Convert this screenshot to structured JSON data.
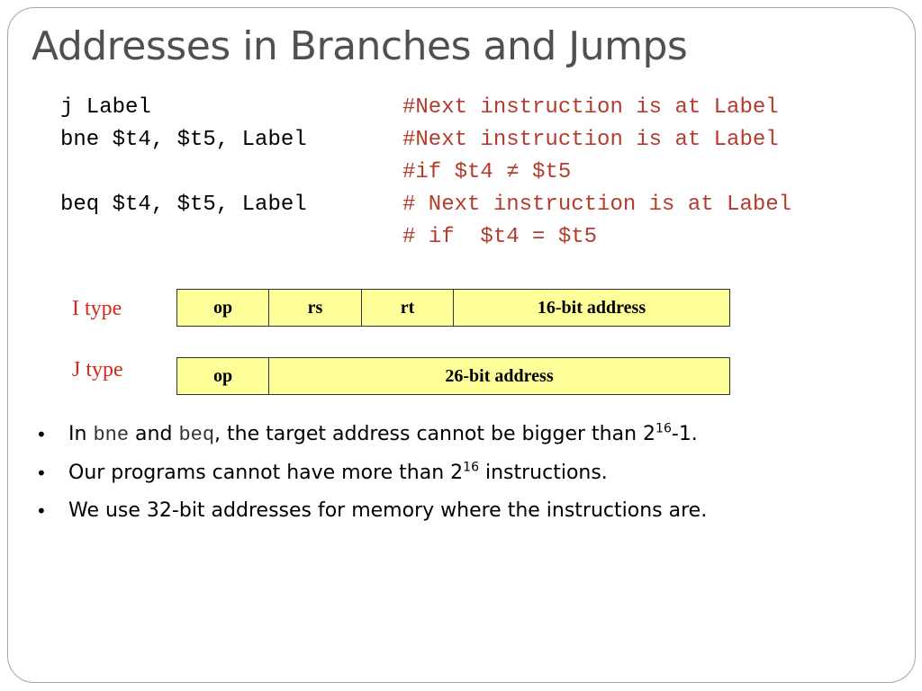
{
  "slide": {
    "title": "Addresses in Branches and Jumps"
  },
  "code": [
    {
      "instr": "j Label",
      "comment": "#Next instruction is at Label"
    },
    {
      "instr": "bne $t4, $t5, Label",
      "comment": "#Next instruction is at Label"
    },
    {
      "instr": "",
      "comment": "#if $t4 ≠ $t5"
    },
    {
      "instr": "beq $t4, $t5, Label",
      "comment": "# Next instruction is at Label"
    },
    {
      "instr": "",
      "comment": "# if  $t4 = $t5"
    }
  ],
  "formats": {
    "i_type": {
      "label": "I type",
      "fields": [
        "op",
        "rs",
        "rt",
        "16-bit address"
      ]
    },
    "j_type": {
      "label": "J type",
      "fields": [
        "op",
        "26-bit address"
      ]
    }
  },
  "bullets": {
    "b1": {
      "pre": "In ",
      "code1": "bne",
      "mid": " and ",
      "code2": "beq",
      "text": ", the target address cannot be bigger than 2",
      "exp": "16",
      "post": "-1."
    },
    "b2": {
      "text": "Our programs cannot have more than 2",
      "exp": "16",
      "post": " instructions."
    },
    "b3": {
      "text": "We use 32-bit addresses for memory where the instructions are."
    },
    "marker": "•"
  }
}
